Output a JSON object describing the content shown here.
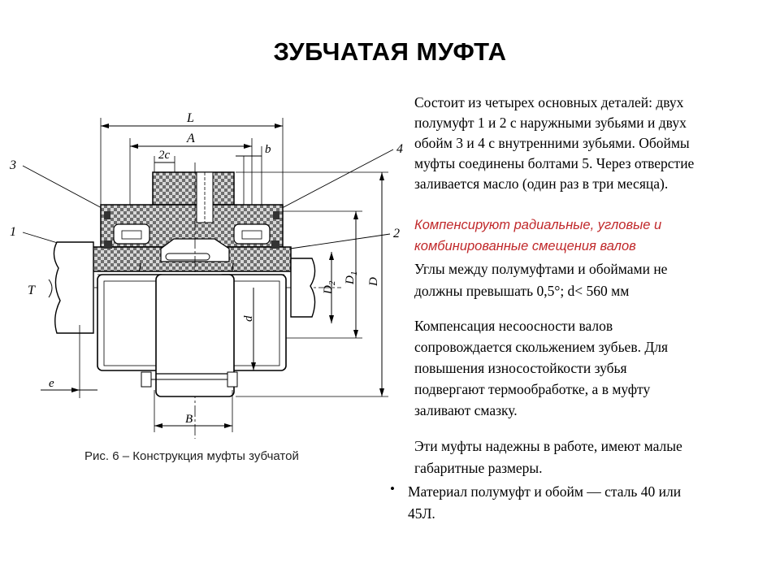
{
  "title": "ЗУБЧАТАЯ МУФТА",
  "figure": {
    "caption": "Рис. 6 – Конструкция муфты зубчатой",
    "labels": {
      "L": "L",
      "A": "A",
      "two_c": "2c",
      "b": "b",
      "part3": "3",
      "part4": "4",
      "part1": "1",
      "part2": "2",
      "T": "T",
      "l_left": "l",
      "l_right": "l",
      "D2": "D",
      "D2_sub": "2",
      "D1": "D",
      "D1_sub": "1",
      "D": "D",
      "d": "d",
      "e": "e",
      "B": "B"
    }
  },
  "text": {
    "p1": [
      "Состоит из четырех основных деталей: двух",
      "полумуфт 1 и 2 с наружными зубьями и двух",
      "обойм 3 и 4 с внутренними зубьями. Обоймы",
      "муфты соединены болтами 5. Через отверстие",
      "заливается масло (один раз в три месяца)."
    ],
    "p2": [
      "Компенсируют радиальные, угловые и",
      "комбинированные смещения валов"
    ],
    "p3": [
      "Углы между полумуфтами и обоймами не",
      "должны превышать 0,5°; d< 560 мм"
    ],
    "p4": [
      "Компенсация несоосности валов",
      "сопровождается скольжением зубьев. Для",
      "повышения износостойкости зубья",
      "подвергают термообработке, а в муфту",
      "заливают смазку."
    ],
    "p5": [
      "Эти муфты надежны в работе, имеют малые",
      "габаритные размеры."
    ],
    "p6": [
      "Материал полумуфт и обойм — сталь 40 или",
      "45Л."
    ],
    "bullet": "•"
  },
  "colors": {
    "accent_red": "#c0282a",
    "hatch": "#9a9a9a"
  }
}
